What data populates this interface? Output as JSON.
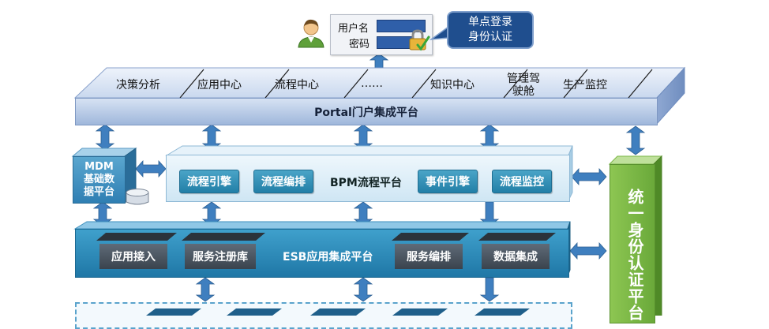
{
  "login": {
    "username_label": "用户名",
    "password_label": "密码"
  },
  "sso_callout": {
    "line1": "单点登录",
    "line2": "身份认证"
  },
  "portal": {
    "title": "Portal门户集成平台",
    "apps": [
      {
        "line1": "决策分析",
        "line2": ""
      },
      {
        "line1": "应用中心",
        "line2": ""
      },
      {
        "line1": "流程中心",
        "line2": ""
      },
      {
        "line1": "……",
        "line2": ""
      },
      {
        "line1": "知识中心",
        "line2": ""
      },
      {
        "line1": "管理驾",
        "line2": "驶舱"
      },
      {
        "line1": "生产监控",
        "line2": ""
      }
    ]
  },
  "mdm": {
    "line1": "MDM",
    "line2": "基础数",
    "line3": "据平台"
  },
  "bpm": {
    "title": "BPM流程平台",
    "modules": [
      "流程引擎",
      "流程编排",
      "事件引擎",
      "流程监控"
    ]
  },
  "esb": {
    "title": "ESB应用集成平台",
    "modules": [
      "应用接入",
      "服务注册库",
      "服务编排",
      "数据集成"
    ]
  },
  "identity": {
    "title": "统一身份认证平台"
  },
  "colors": {
    "arrow": "#3f7fbf",
    "callout": "#1f4e8e",
    "portal": "#b8cbe8",
    "mdm": "#3f8fbf",
    "bpm_button": "#2a8fb8",
    "esb": "#2384b5",
    "esb_button": "#4a5560",
    "identity": "#7db848"
  }
}
